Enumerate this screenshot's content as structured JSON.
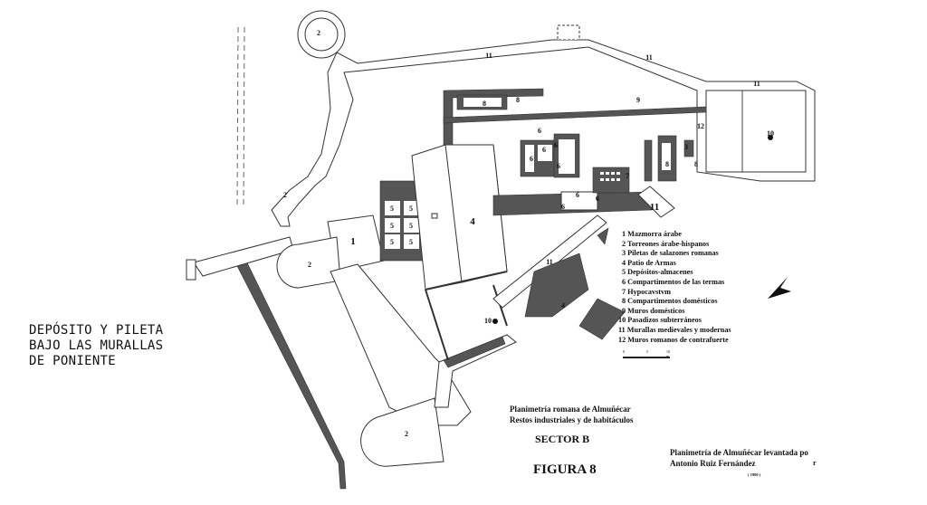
{
  "title_lines": [
    "DEPÓSITO Y PILETA",
    "BAJO LAS MURALLAS",
    "DE PONIENTE"
  ],
  "legend": [
    "1 Mazmorra árabe",
    "2 Torreones árabe-hispanos",
    "3 Piletas de salazones romanas",
    "4 Patio de Armas",
    "5 Depósitos-almacenes",
    "6 Compartimentos de las termas",
    "7 Hypocavstvm",
    "8 Compartimentos domésticos",
    "9 Muros domésticos",
    "10 Pasadizos subterráneos",
    "11 Murallas medievales y modernas",
    "12 Muros romanos de contrafuerte"
  ],
  "scale": {
    "labels": [
      "0",
      "5",
      "10 m"
    ]
  },
  "caption": {
    "line1": "Planimetría romana de Almuñécar",
    "line2": "Restos industriales y de habitáculos",
    "sector": "SECTOR B",
    "figure": "FIGURA 8"
  },
  "credit": {
    "line1": "Planimetría de Almuñécar levantada po",
    "line2": "Antonio Ruiz Fernández",
    "stray": "r",
    "year": "( 1980 )"
  },
  "plan_labels": [
    "2",
    "2",
    "2",
    "2",
    "1",
    "11",
    "11",
    "11",
    "11",
    "11",
    "9",
    "8",
    "8",
    "8",
    "8",
    "12",
    "10",
    "10",
    "3",
    "4",
    "4",
    "5",
    "5",
    "5",
    "5",
    "5",
    "5",
    "6",
    "6",
    "6",
    "6",
    "6",
    "6",
    "6",
    "6",
    "7"
  ]
}
